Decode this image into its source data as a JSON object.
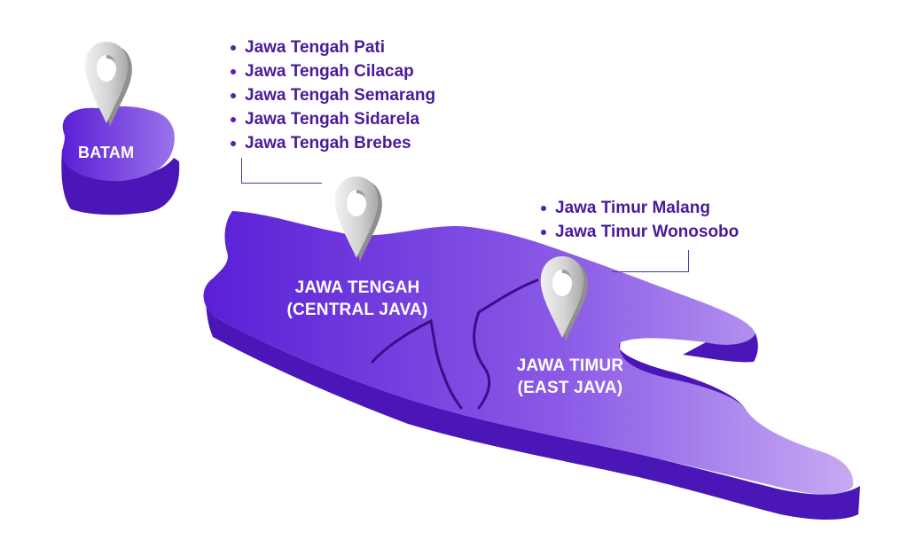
{
  "colors": {
    "land_top_dark": "#5a1fd6",
    "land_top_light": "#c3a6f2",
    "land_side": "#4a16b8",
    "text_purple": "#4a1a99",
    "pin_gray": "#d9d9d9",
    "pin_shadow": "#8f8f8f"
  },
  "islands": {
    "batam": {
      "label": "BATAM",
      "icon": "map-pin-icon"
    },
    "central_java": {
      "label_line1": "JAWA TENGAH",
      "label_line2": "(CENTRAL JAVA)",
      "icon": "map-pin-icon"
    },
    "east_java": {
      "label_line1": "JAWA TIMUR",
      "label_line2": "(EAST JAVA)",
      "icon": "map-pin-icon"
    }
  },
  "central_java_locations": [
    "Jawa Tengah Pati",
    "Jawa Tengah Cilacap",
    "Jawa Tengah Semarang",
    "Jawa Tengah Sidarela",
    "Jawa Tengah Brebes"
  ],
  "east_java_locations": [
    "Jawa Timur Malang",
    "Jawa Timur Wonosobo"
  ]
}
